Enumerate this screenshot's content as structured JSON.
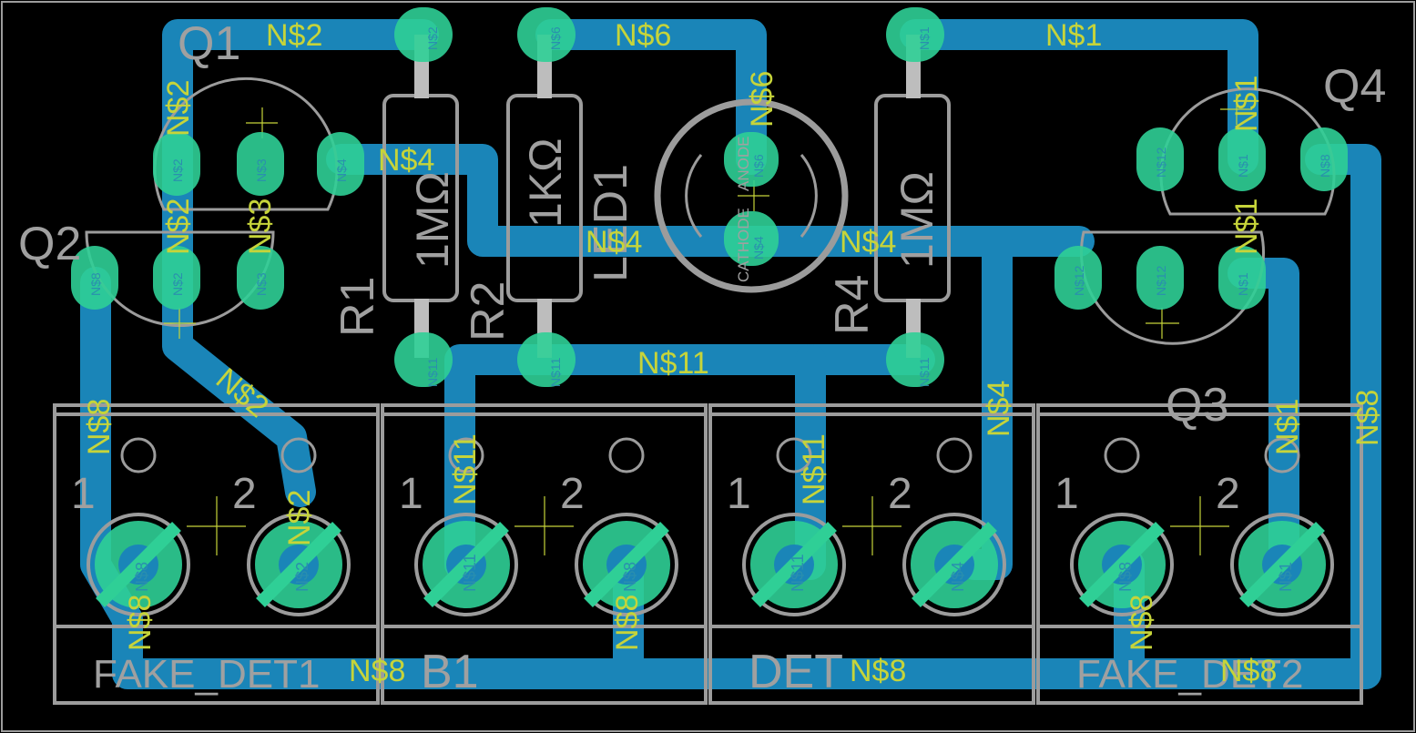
{
  "colors": {
    "background": "#000000",
    "trace": "#1a85b8",
    "pad": "#2fcf96",
    "silkscreen": "#9c9c9c",
    "net_label": "#c6d43a"
  },
  "components": {
    "q1": "Q1",
    "q2": "Q2",
    "q3": "Q3",
    "q4": "Q4",
    "r1": "R1",
    "r2": "R2",
    "r4": "R4",
    "led1": "LED1",
    "r1_value": "1MΩ",
    "r2_value": "1KΩ",
    "r4_value": "1MΩ",
    "led_cathode": "CATHODE",
    "led_anode": "ANODE",
    "j1": "FAKE_DET1",
    "j2": "B1",
    "j3": "DET",
    "j4": "FAKE_DET2",
    "pin1": "1",
    "pin2": "2"
  },
  "nets": {
    "n1": "N$1",
    "n2": "N$2",
    "n3": "N$3",
    "n4": "N$4",
    "n6": "N$6",
    "n8": "N$8",
    "n11": "N$11",
    "n12": "N$12"
  }
}
